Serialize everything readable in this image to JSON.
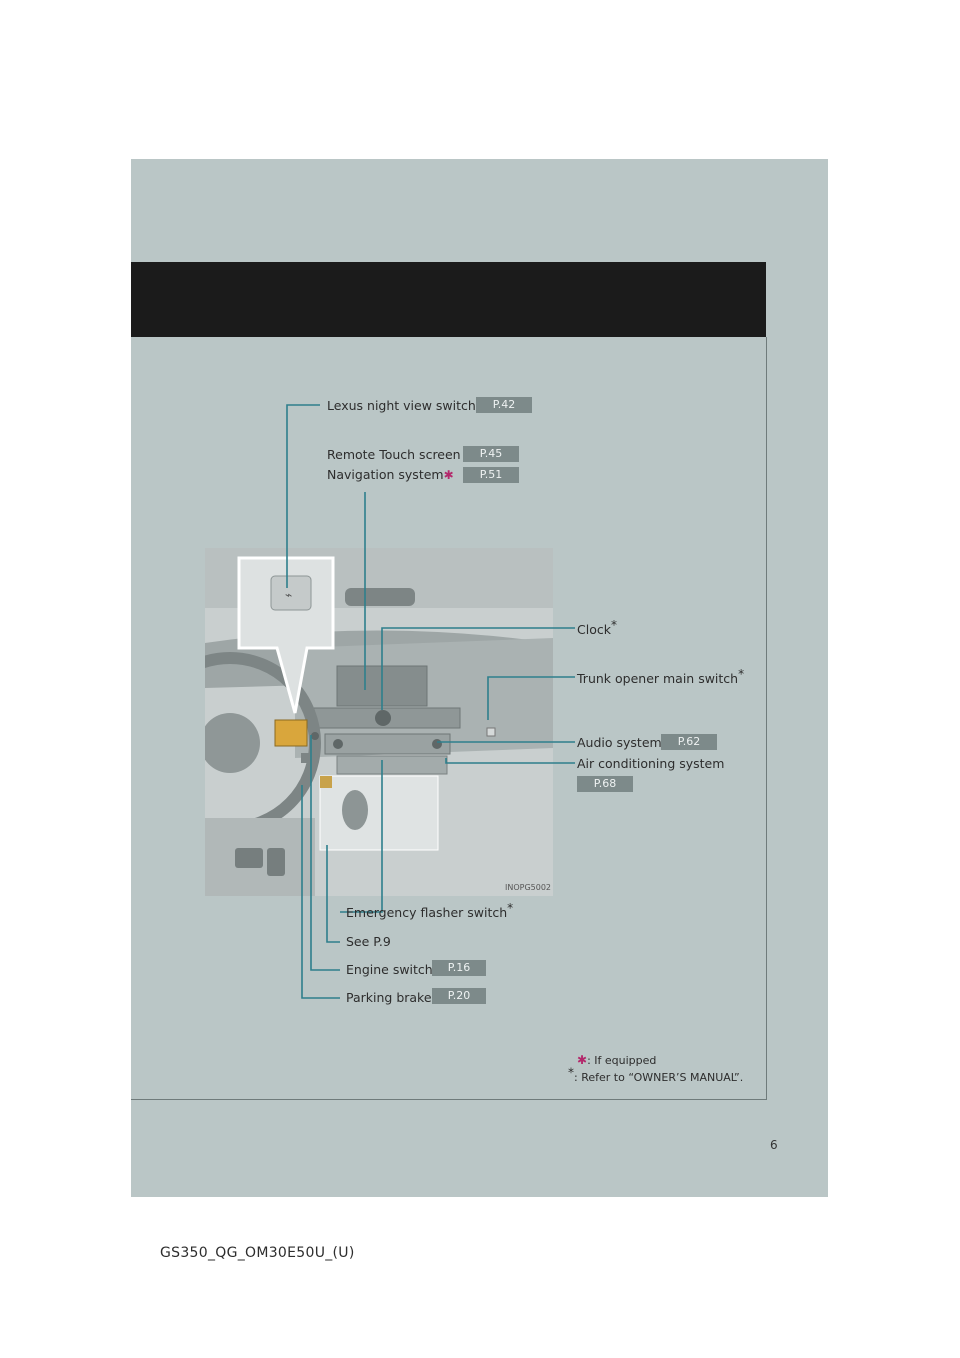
{
  "callouts": {
    "night_view": {
      "label": "Lexus night view switch",
      "page": "P.42"
    },
    "remote_touch": {
      "label": "Remote Touch screen",
      "page": "P.45"
    },
    "navigation": {
      "label": "Navigation system",
      "page": "P.51"
    },
    "clock": {
      "label": "Clock"
    },
    "trunk": {
      "label": "Trunk opener main switch"
    },
    "audio": {
      "label": "Audio system",
      "page": "P.62"
    },
    "air_con": {
      "label": "Air conditioning system",
      "page": "P.68"
    },
    "emergency": {
      "label": "Emergency flasher switch"
    },
    "see_p9": {
      "label": "See P.9"
    },
    "engine": {
      "label": "Engine switch",
      "page": "P.16"
    },
    "parking": {
      "label": "Parking brake",
      "page": "P.20"
    }
  },
  "figure_code": "INOPG5002",
  "footnotes": {
    "if_equipped": ": If equipped",
    "refer": ": Refer to “OWNER’S MANUAL”."
  },
  "page_number": "6",
  "doc_code": "GS350_QG_OM30E50U_(U)",
  "colors": {
    "panel": "#bac6c6",
    "leader": "#2e7f8c",
    "tag": "#7d8a8a",
    "equipped_star": "#b3286b"
  }
}
